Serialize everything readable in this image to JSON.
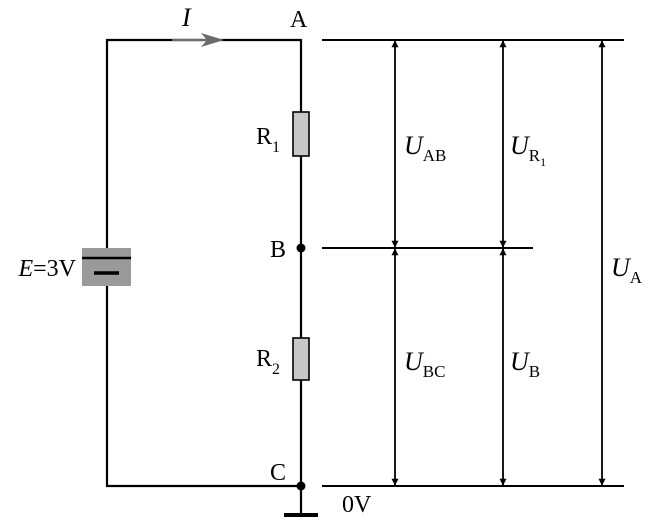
{
  "current": {
    "symbol": "I"
  },
  "battery": {
    "label_symbol": "E",
    "label_value": "=3V"
  },
  "nodes": {
    "a": "A",
    "b": "B",
    "c": "C"
  },
  "resistors": [
    {
      "main": "R",
      "sub": "1"
    },
    {
      "main": "R",
      "sub": "2"
    }
  ],
  "ground": {
    "label": "0V"
  },
  "voltages": {
    "u_ab": {
      "main": "U",
      "sub": "AB"
    },
    "u_r1": {
      "main": "U",
      "sub": "R",
      "subsub": "1"
    },
    "u_bc": {
      "main": "U",
      "sub": "BC"
    },
    "u_b": {
      "main": "U",
      "sub": "B"
    },
    "u_a": {
      "main": "U",
      "sub": "A"
    }
  },
  "colors": {
    "line": "#000000",
    "component_fill": "#c8c8c8",
    "battery_fill": "#9a9a9a",
    "current_arrow": "#6b6b6b"
  }
}
